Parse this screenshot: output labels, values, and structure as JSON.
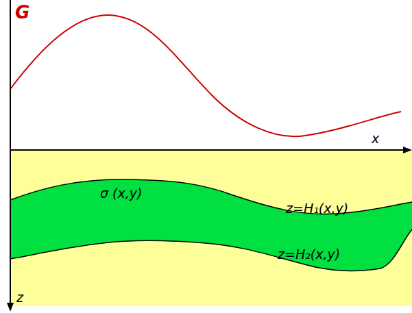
{
  "diagram": {
    "nodes": [
      {
        "text": [
          "σ (x,y)"
        ]
      }
    ],
    "labels": [
      "G",
      "x",
      "z=H₁(x,y)",
      "z=H₂(x,y)",
      "z"
    ]
  }
}
